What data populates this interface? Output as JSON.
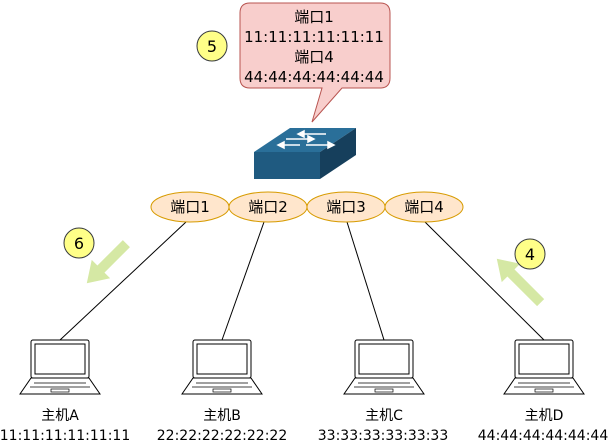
{
  "callout": {
    "lines": [
      "端口1",
      "11:11:11:11:11:11",
      "端口4",
      "44:44:44:44:44:44"
    ],
    "fill": "#f8cecc",
    "stroke": "#b85450"
  },
  "badges": {
    "fill": "#ffff88",
    "stroke": "#36393d",
    "items": [
      {
        "label": "5"
      },
      {
        "label": "6"
      },
      {
        "label": "4"
      }
    ]
  },
  "switch": {
    "icon": "network-switch-icon",
    "color": "#1f5a80"
  },
  "ports": {
    "fill": "#ffe6cc",
    "stroke": "#d79b00",
    "items": [
      {
        "label": "端口1"
      },
      {
        "label": "端口2"
      },
      {
        "label": "端口3"
      },
      {
        "label": "端口4"
      }
    ]
  },
  "hosts": {
    "icon": "laptop-icon",
    "items": [
      {
        "name": "主机A",
        "mac": "11:11:11:11:11:11"
      },
      {
        "name": "主机B",
        "mac": "22:22:22:22:22:22"
      },
      {
        "name": "主机C",
        "mac": "33:33:33:33:33:33"
      },
      {
        "name": "主机D",
        "mac": "44:44:44:44:44:44"
      }
    ]
  },
  "arrows": {
    "color": "#d5e8a4",
    "items": [
      {
        "direction": "outgoing-to-host-a"
      },
      {
        "direction": "incoming-from-host-d"
      }
    ]
  }
}
